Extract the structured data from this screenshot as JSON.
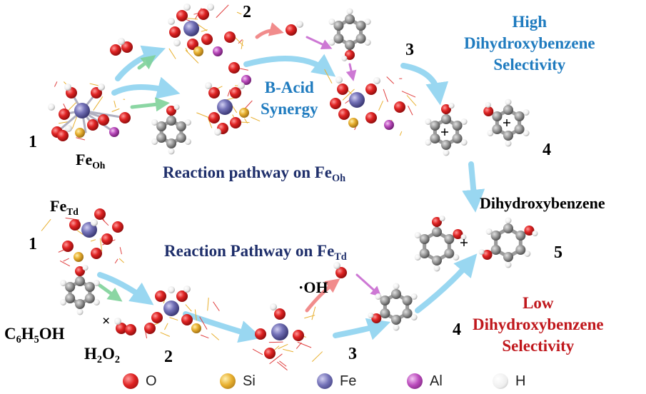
{
  "top": {
    "step_1": "1",
    "site_main": "Fe",
    "site_sub": "Oh",
    "step_2": "2",
    "step_3": "3",
    "step_4": "4",
    "synergy_line1": "B-Acid",
    "synergy_line2": "Synergy",
    "title_main": "Reaction pathway on Fe",
    "title_sub": "Oh",
    "high_line1": "High",
    "high_line2": "Dihydroxybenzene",
    "high_line3": "Selectivity"
  },
  "middle": {
    "product": "Dihydroxybenzene",
    "step_5": "5"
  },
  "bottom": {
    "site_main": "Fe",
    "site_sub": "Td",
    "step_1": "1",
    "title_main": "Reaction Pathway on Fe",
    "title_sub": "Td",
    "oh_label": "·OH",
    "times": "×",
    "phenol": "C6H5OH",
    "h2o2": "H2O2",
    "step_2": "2",
    "step_3": "3",
    "step_4": "4",
    "low_line1": "Low",
    "low_line2": "Dihydroxybenzene",
    "low_line3": "Selectivity"
  },
  "legend": [
    {
      "symbol": "O",
      "color": "#d62020"
    },
    {
      "symbol": "Si",
      "color": "#e3a92c"
    },
    {
      "symbol": "Fe",
      "color": "#6f6db0"
    },
    {
      "symbol": "Al",
      "color": "#b547b8"
    },
    {
      "symbol": "H",
      "color": "#e8e8e8"
    }
  ],
  "colors": {
    "oxygen": "#d62020",
    "silicon": "#e3a92c",
    "iron": "#6f6db0",
    "aluminum": "#b547b8",
    "hydrogen": "#f2f2f2",
    "carbon": "#8c8c8c",
    "arrow_blue": "#8fd3f0",
    "arrow_green": "#7fd29a",
    "arrow_red": "#f08080",
    "arrow_purple": "#c86ad0"
  }
}
